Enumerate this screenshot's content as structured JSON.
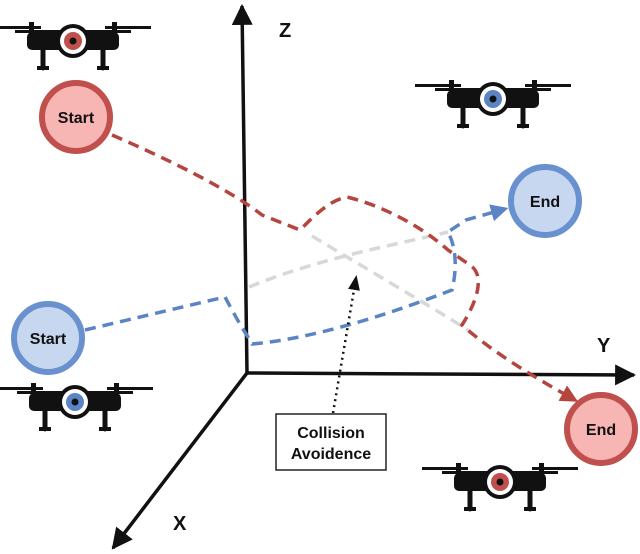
{
  "axes": {
    "x_label": "X",
    "y_label": "Y",
    "z_label": "Z"
  },
  "markers": {
    "red_start": "Start",
    "red_end": "End",
    "blue_start": "Start",
    "blue_end": "End"
  },
  "annotation": {
    "line1": "Collision",
    "line2": "Avoidence"
  },
  "colors": {
    "red_path": "#b5463f",
    "red_fill": "#f7b5b3",
    "red_ring": "#c0504d",
    "blue_path": "#5b84c4",
    "blue_fill": "#c7d7f0",
    "blue_ring": "#6a91cf",
    "gray_path": "#d8d8d8",
    "ink": "#111111"
  },
  "drones": [
    {
      "name": "drone-red-top-left",
      "lens": "red"
    },
    {
      "name": "drone-blue-top-right",
      "lens": "blue"
    },
    {
      "name": "drone-blue-bottom-left",
      "lens": "blue"
    },
    {
      "name": "drone-red-bottom-right",
      "lens": "red"
    }
  ]
}
